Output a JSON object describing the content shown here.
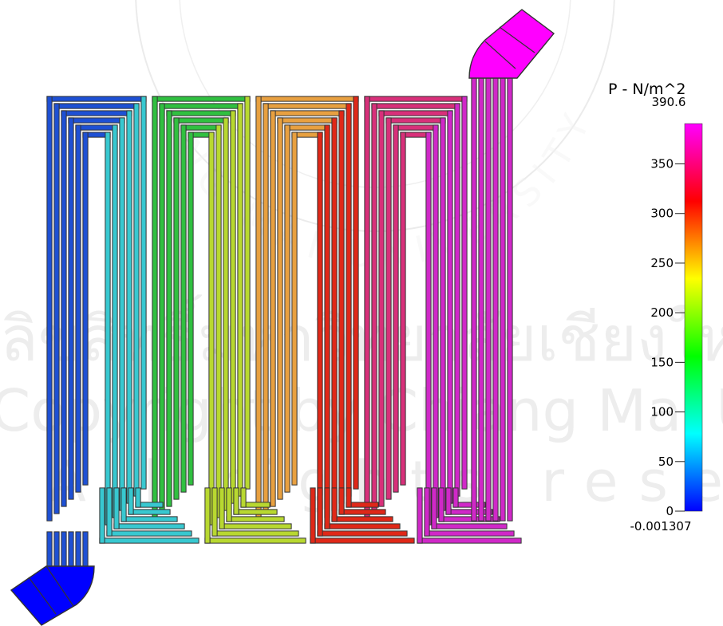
{
  "legend": {
    "title": "P  -  N/m^2",
    "max_label": "390.6",
    "min_label": "-0.001307",
    "ticks": [
      {
        "value": 350,
        "label": "350"
      },
      {
        "value": 300,
        "label": "300"
      },
      {
        "value": 250,
        "label": "250"
      },
      {
        "value": 200,
        "label": "200"
      },
      {
        "value": 150,
        "label": "150"
      },
      {
        "value": 100,
        "label": "100"
      },
      {
        "value": 50,
        "label": "50"
      },
      {
        "value": 0,
        "label": "0"
      }
    ],
    "range": [
      -0.001307,
      390.6
    ],
    "colormap": [
      "#0000ff",
      "#00ffff",
      "#00ff00",
      "#ffff00",
      "#ff0000",
      "#ff00ff"
    ]
  },
  "field": {
    "quantity": "pressure",
    "channels_per_group": 6,
    "inlet_color": "#ff00ff",
    "outlet_color": "#0000ff",
    "segment_colors": [
      "#1e50d4",
      "#38c8d0",
      "#30c040",
      "#b8d830",
      "#e8a040",
      "#e02818",
      "#d8307a",
      "#d028c8"
    ]
  },
  "watermark": {
    "lines": [
      "ลิขสิทธิ์มหาวิทยาลัยเชียงใหม่",
      "Copyright by Chiang Mai University",
      "All rights reserved"
    ],
    "seal_arc": "ANG MAI UNIVERSITY"
  }
}
